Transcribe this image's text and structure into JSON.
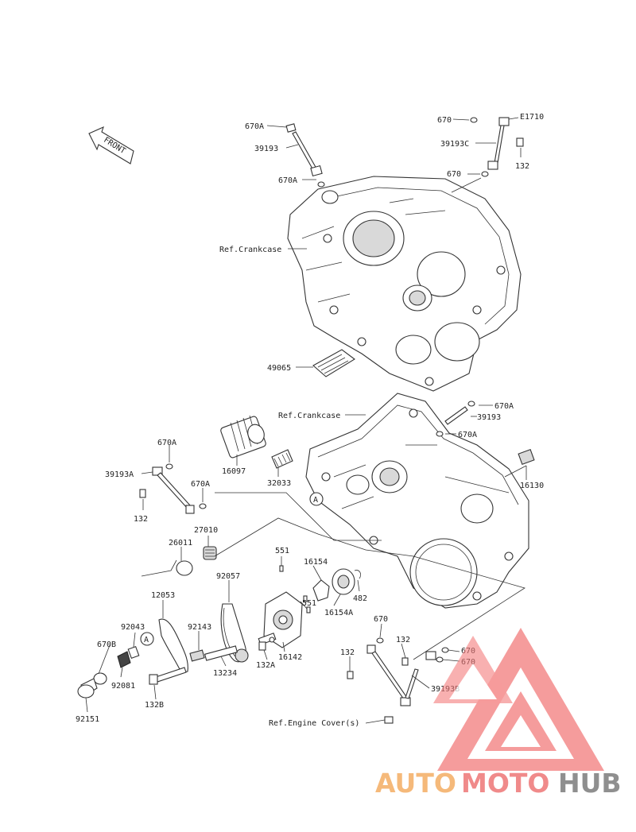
{
  "front_arrow_label": "FRONT",
  "callout_letter": "A",
  "labels": {
    "670A_top": "670A",
    "39193_top": "39193",
    "670A_top2": "670A",
    "670_tr": "670",
    "E1710": "E1710",
    "39193C": "39193C",
    "132_tr": "132",
    "670_tr2": "670",
    "ref_crankcase_1": "Ref.Crankcase",
    "49065": "49065",
    "ref_crankcase_2": "Ref.Crankcase",
    "670A_mr": "670A",
    "39193_mr": "39193",
    "670A_mr2": "670A",
    "16130": "16130",
    "670A_ml": "670A",
    "39193A": "39193A",
    "16097": "16097",
    "32033": "32033",
    "670A_ml2": "670A",
    "132_ml": "132",
    "27010": "27010",
    "26011": "26011",
    "551_a": "551",
    "16154": "16154",
    "92057": "92057",
    "12053": "12053",
    "551_b": "551",
    "16154A": "16154A",
    "482": "482",
    "670_br": "670",
    "132_br": "132",
    "670_br2": "670",
    "670_br3": "670",
    "132_br2": "132",
    "92043": "92043",
    "92143": "92143",
    "670B": "670B",
    "16142": "16142",
    "132A": "132A",
    "92081": "92081",
    "13234": "13234",
    "39193B": "39193B",
    "132B": "132B",
    "ref_engine_cover": "Ref.Engine Cover(s)",
    "92151": "92151"
  },
  "watermark": {
    "part1": "AUTO",
    "part2": "MOTO",
    "part3": "HUB",
    "color1": "#f5b97a",
    "color2": "#f08a8a",
    "color3": "#9a9a9a",
    "logo_color": "#f27b7b"
  }
}
